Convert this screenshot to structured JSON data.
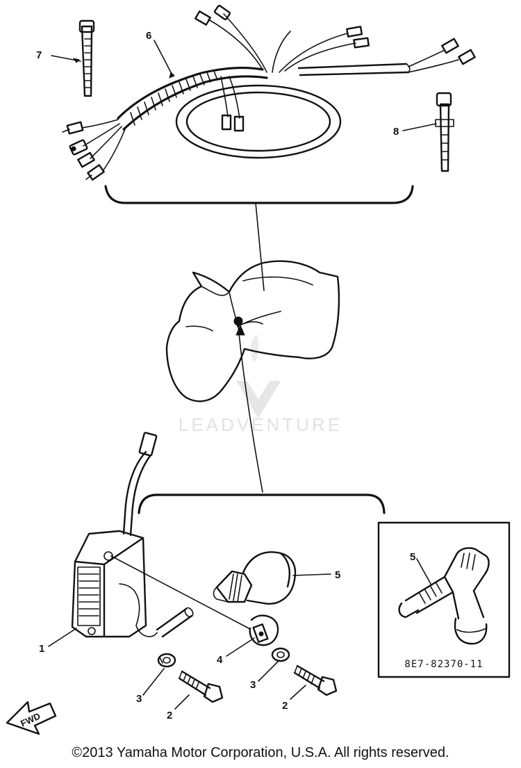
{
  "callouts": {
    "c1": "1",
    "c2a": "2",
    "c2b": "2",
    "c3a": "3",
    "c3b": "3",
    "c4": "4",
    "c5": "5",
    "c5_inset": "5",
    "c6": "6",
    "c7": "7",
    "c8": "8"
  },
  "inset": {
    "part_code": "8E7-82370-11"
  },
  "fwd_label": "FWD",
  "watermark": {
    "brand": "LEADVENTURE"
  },
  "footer": {
    "copyright": "©2013 Yamaha Motor Corporation, U.S.A. All rights reserved."
  },
  "colors": {
    "ink": "#111111",
    "paper": "#ffffff",
    "watermark": "#e2e2e2"
  }
}
